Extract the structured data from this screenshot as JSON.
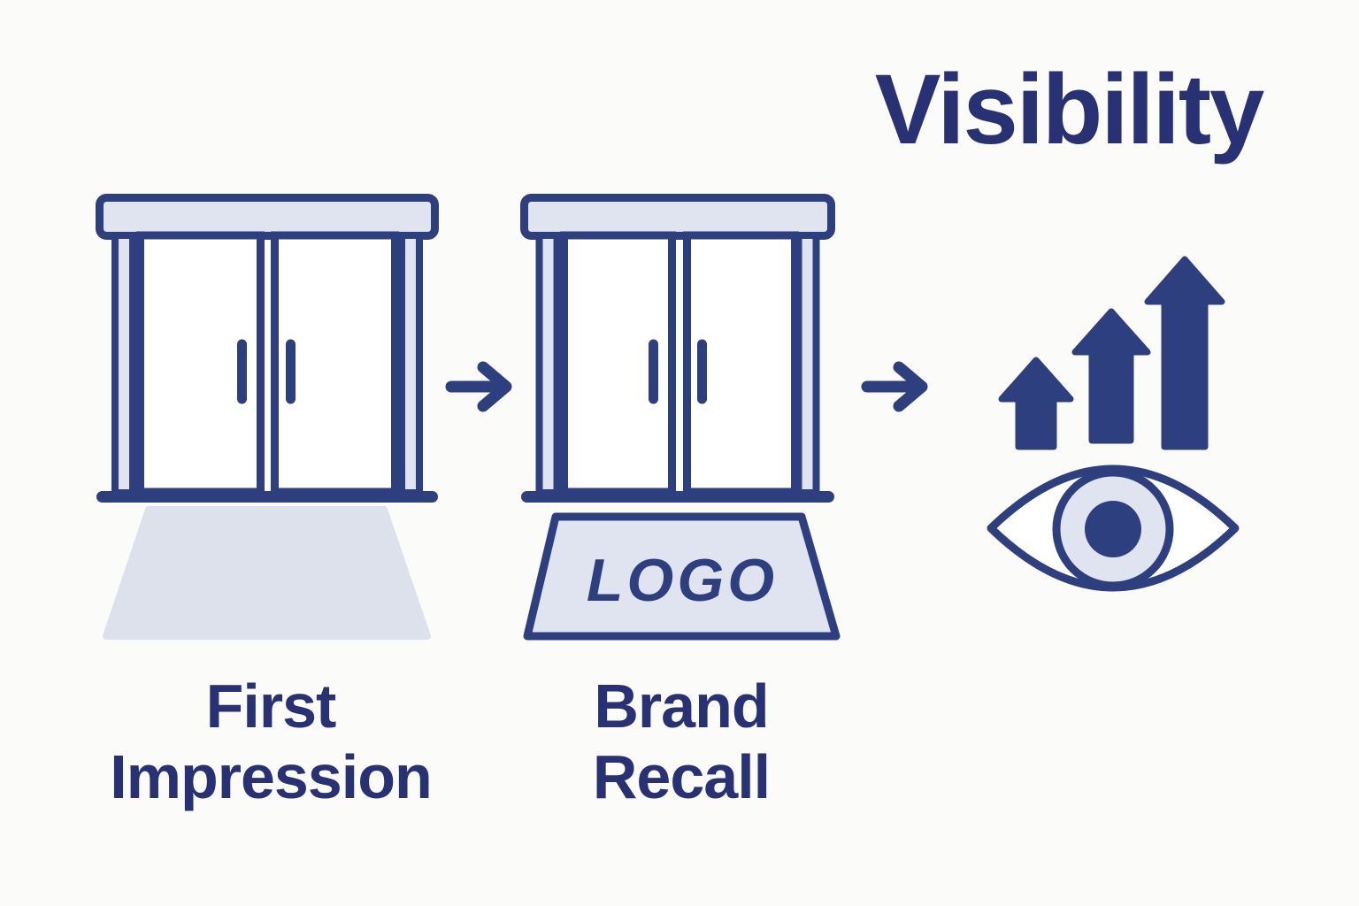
{
  "colors": {
    "bg": "#fbfbf9",
    "navy": "#2e3f80",
    "navy_text": "#283173",
    "light_fill": "#e0e4f0",
    "beam_fill": "#dde1ec",
    "white": "#ffffff"
  },
  "title": {
    "text": "Visibility"
  },
  "steps": [
    {
      "name": "first-impression",
      "icon": "open-door-icon",
      "detail_icon": "light-beam",
      "label_line1": "First",
      "label_line2": "Impression"
    },
    {
      "name": "brand-recall",
      "icon": "open-door-icon",
      "detail_icon": "logo-doormat",
      "mat_text": "LOGO",
      "label_line1": "Brand",
      "label_line2": "Recall"
    },
    {
      "name": "visibility",
      "icon": "growth-arrows-eye-icon",
      "detail_icons": [
        "ascending-arrows-icon",
        "eye-icon"
      ]
    }
  ],
  "connectors": [
    {
      "icon": "right-arrow-icon"
    },
    {
      "icon": "right-arrow-icon"
    }
  ]
}
